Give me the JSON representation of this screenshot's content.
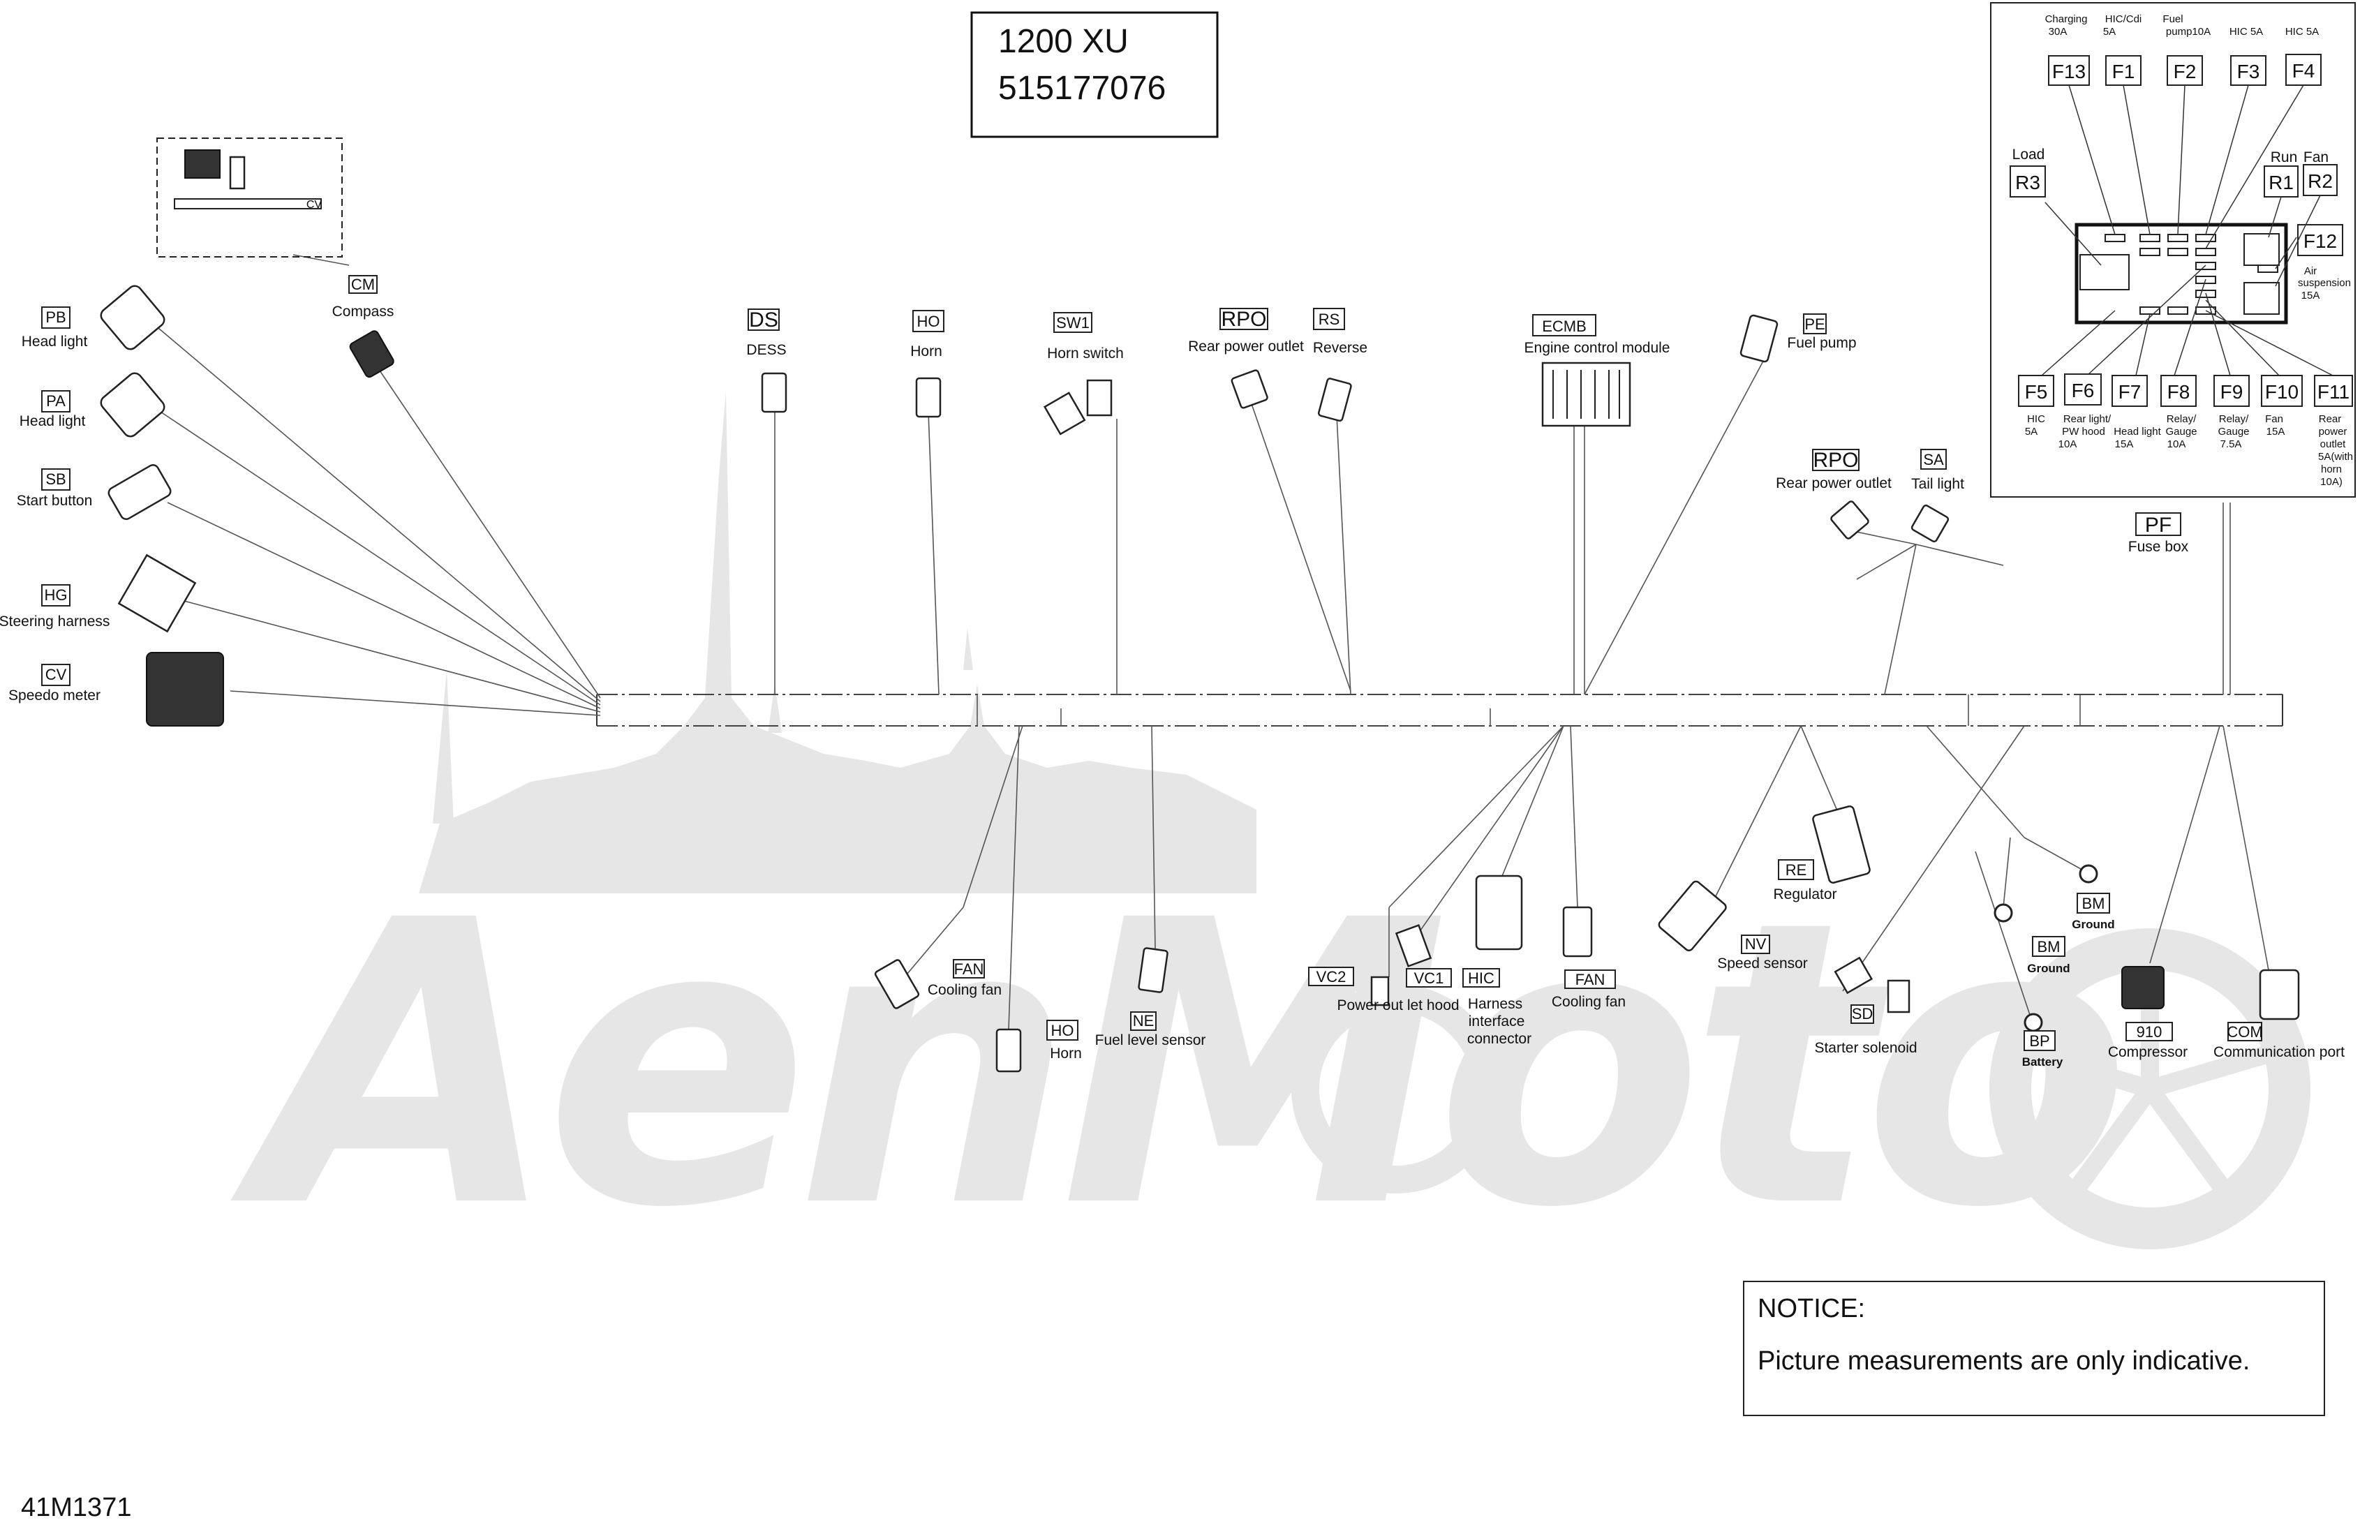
{
  "title": {
    "model": "1200 XU",
    "part_number": "515177076"
  },
  "figure_code": "41M1371",
  "notice": {
    "heading": "NOTICE:",
    "text": "Picture measurements are only indicative."
  },
  "watermark_text": "AenMoto",
  "connectors": {
    "cm": {
      "tag": "CM",
      "label": "Compass"
    },
    "pb": {
      "tag": "PB",
      "label": "Head light"
    },
    "pa": {
      "tag": "PA",
      "label": "Head light"
    },
    "sb": {
      "tag": "SB",
      "label": "Start button"
    },
    "hg": {
      "tag": "HG",
      "label": "Steering harness"
    },
    "cv": {
      "tag": "CV",
      "label": "Speedo meter"
    },
    "ds": {
      "tag": "DS",
      "label": "DESS"
    },
    "ho_top": {
      "tag": "HO",
      "label": "Horn"
    },
    "sw1": {
      "tag": "SW1",
      "label": "Horn switch"
    },
    "rpo_top": {
      "tag": "RPO",
      "label": "Rear power outlet"
    },
    "rs": {
      "tag": "RS",
      "label": "Reverse"
    },
    "ecmb": {
      "tag": "ECMB",
      "label": "Engine control module"
    },
    "pe": {
      "tag": "PE",
      "label": "Fuel pump"
    },
    "rpo_right": {
      "tag": "RPO",
      "label": "Rear power outlet"
    },
    "sa": {
      "tag": "SA",
      "label": "Tail light"
    },
    "pf": {
      "tag": "PF",
      "label": "Fuse box"
    },
    "fan_left": {
      "tag": "FAN",
      "label": "Cooling fan"
    },
    "ho_bottom": {
      "tag": "HO",
      "label": "Horn"
    },
    "ne": {
      "tag": "NE",
      "label": "Fuel level sensor"
    },
    "vc2": {
      "tag": "VC2"
    },
    "vc1": {
      "tag": "VC1",
      "label": "Power out let hood"
    },
    "hic": {
      "tag": "HIC",
      "label_lines": [
        "Harness",
        "interface",
        "connector"
      ]
    },
    "fan_mid": {
      "tag": "FAN",
      "label": "Cooling fan"
    },
    "re": {
      "tag": "RE",
      "label": "Regulator"
    },
    "nv": {
      "tag": "NV",
      "label": "Speed sensor"
    },
    "sd": {
      "tag": "SD",
      "label": "Starter solenoid"
    },
    "bm1": {
      "tag": "BM",
      "label": "Ground"
    },
    "bm2": {
      "tag": "BM",
      "label": "Ground"
    },
    "bp": {
      "tag": "BP",
      "label": "Battery"
    },
    "c910": {
      "tag": "910",
      "label": "Compressor"
    },
    "com": {
      "tag": "COM",
      "label": "Communication port"
    }
  },
  "fuse_box": {
    "top_fuses": [
      {
        "id": "F13",
        "note_lines": [
          "Charging",
          "30A"
        ]
      },
      {
        "id": "F1",
        "note_lines": [
          "HIC/Cdi",
          "5A"
        ]
      },
      {
        "id": "F2",
        "note_lines": [
          "Fuel",
          "pump10A"
        ]
      },
      {
        "id": "F3",
        "note_lines": [
          "HIC 5A"
        ]
      },
      {
        "id": "F4",
        "note_lines": [
          "HIC 5A"
        ]
      }
    ],
    "relays": [
      {
        "id": "R3",
        "note": "Load"
      },
      {
        "id": "R1",
        "note": "Run"
      },
      {
        "id": "R2",
        "note": "Fan"
      }
    ],
    "f12": {
      "id": "F12",
      "note_lines": [
        "Air",
        "suspension",
        "15A"
      ]
    },
    "bottom_fuses": [
      {
        "id": "F5",
        "note_lines": [
          "HIC",
          "5A"
        ]
      },
      {
        "id": "F6",
        "note_lines": [
          "Rear light/",
          "PW hood",
          "10A"
        ]
      },
      {
        "id": "F7",
        "note_lines": [
          "Head light",
          "15A"
        ]
      },
      {
        "id": "F8",
        "note_lines": [
          "Relay/",
          "Gauge",
          "10A"
        ]
      },
      {
        "id": "F9",
        "note_lines": [
          "Relay/",
          "Gauge",
          "7.5A"
        ]
      },
      {
        "id": "F10",
        "note_lines": [
          "Fan",
          "15A"
        ]
      },
      {
        "id": "F11",
        "note_lines": [
          "Rear",
          "power",
          "outlet",
          "5A(with",
          "horn",
          "10A)"
        ]
      }
    ]
  },
  "compass_detail_label": "CV"
}
